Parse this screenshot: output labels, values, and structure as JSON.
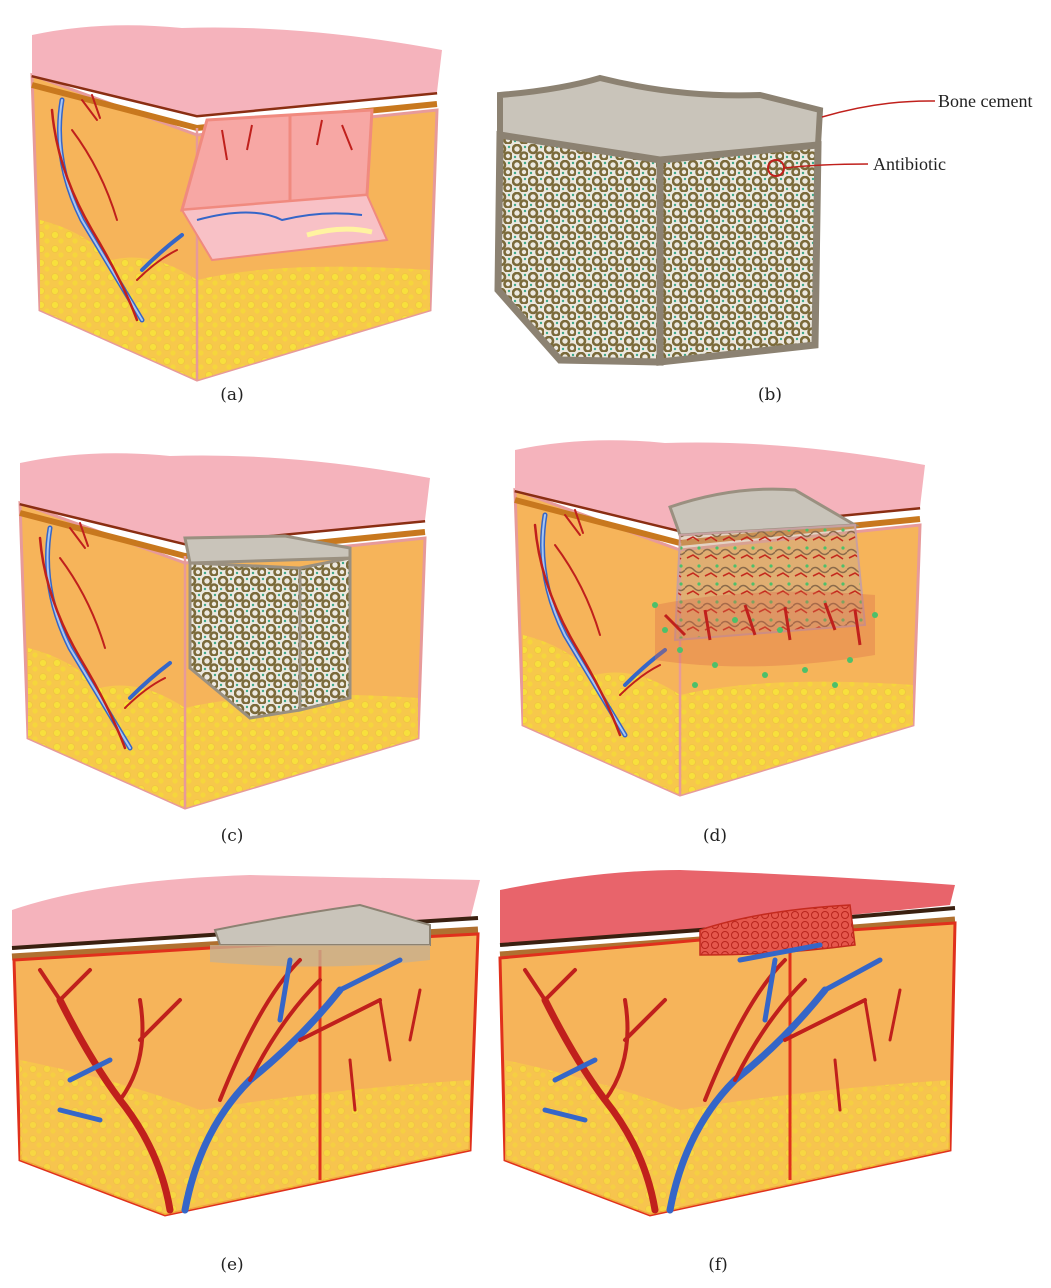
{
  "panels": [
    {
      "id": "a",
      "caption": "(a)"
    },
    {
      "id": "b",
      "caption": "(b)"
    },
    {
      "id": "c",
      "caption": "(c)"
    },
    {
      "id": "d",
      "caption": "(d)"
    },
    {
      "id": "e",
      "caption": "(e)"
    },
    {
      "id": "f",
      "caption": "(f)"
    }
  ],
  "annotations": {
    "bone_cement": "Bone cement",
    "antibiotic": "Antibiotic"
  },
  "colors": {
    "epidermis": "#f5b3bc",
    "epidermis_healed": "#e8646b",
    "dermis": "#f6b45a",
    "fat": "#f5dc3c",
    "artery": "#c0201c",
    "vein": "#3566c8",
    "cement": "#c9c4ba",
    "scaffold": "#7b6a3a",
    "antibiotic": "#3aa88a"
  }
}
